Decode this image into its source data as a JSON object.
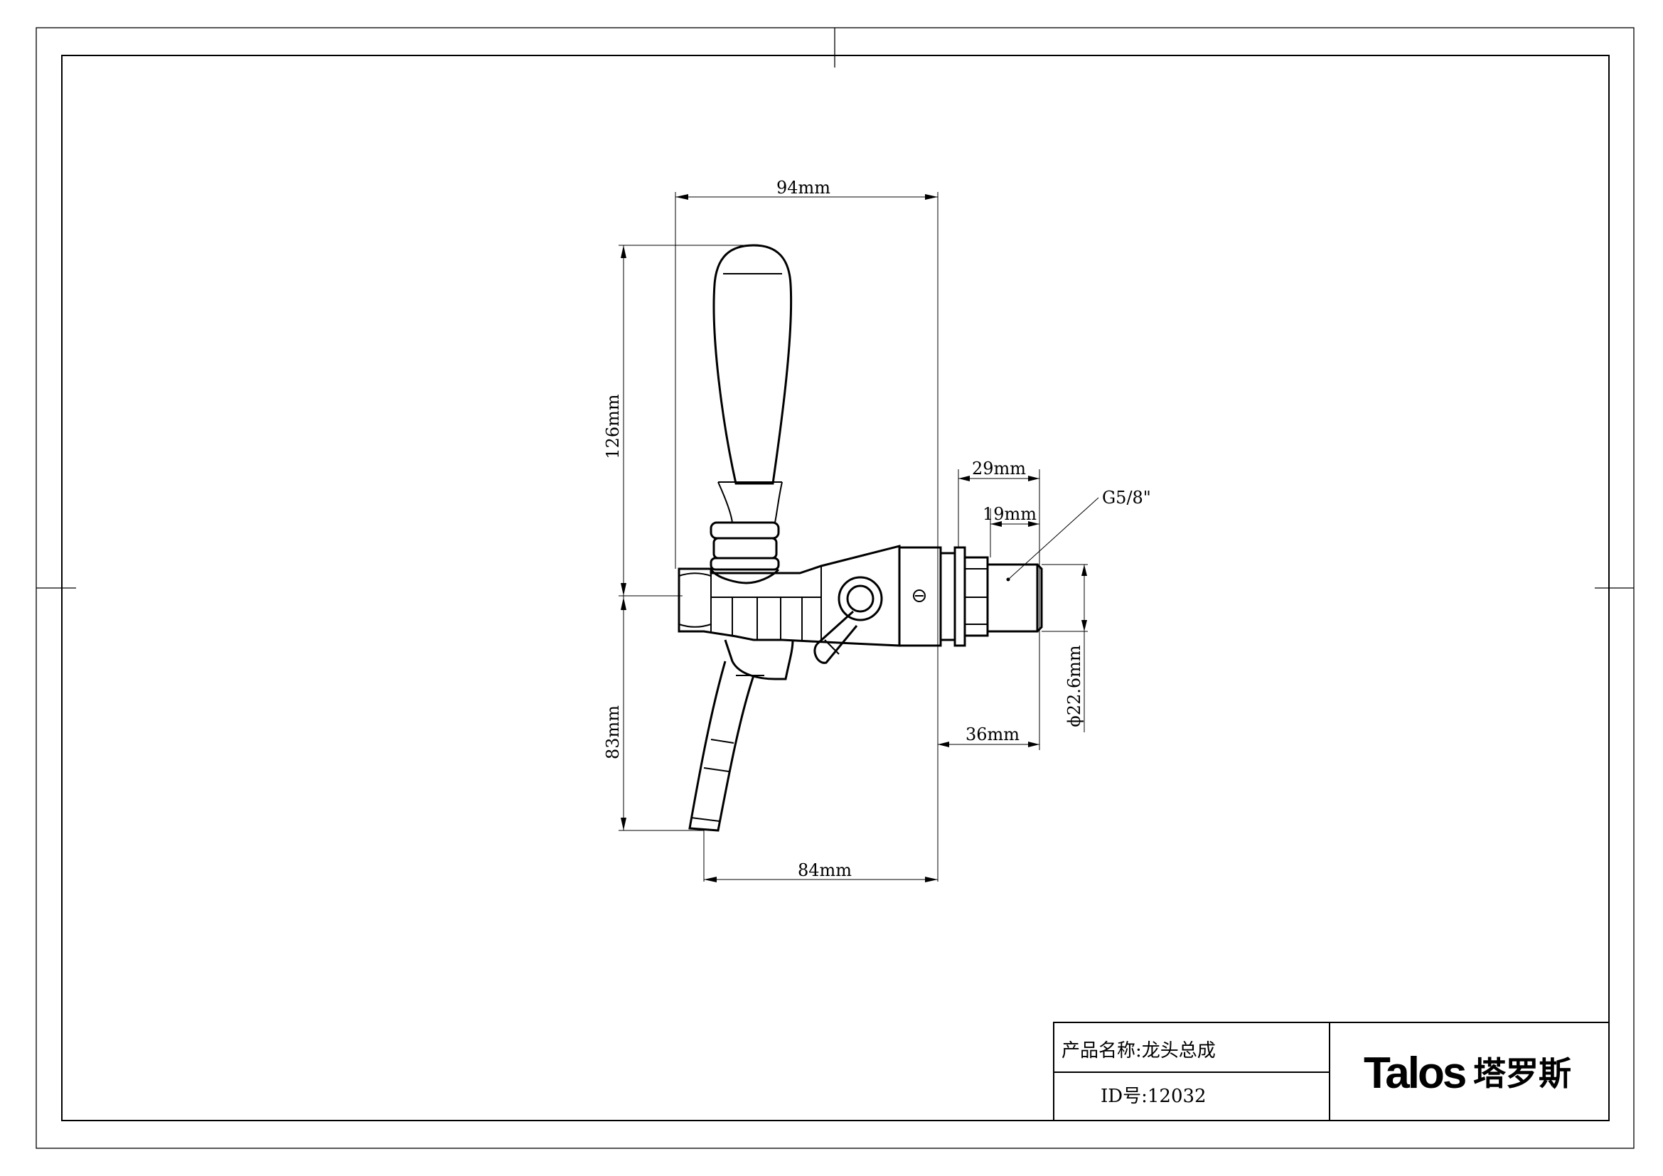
{
  "dimensions": {
    "overall_width": "94mm",
    "handle_height": "126mm",
    "spout_height": "83mm",
    "spout_reach": "84mm",
    "shank_length": "29mm",
    "thread_length": "19mm",
    "thread_spec": "G5/8\"",
    "shank_diameter": "ϕ22.6mm",
    "body_to_end": "36mm"
  },
  "title_block": {
    "product_name": "产品名称:龙头总成",
    "product_id": "ID号:12032"
  },
  "logo": {
    "latin": "Talos",
    "cjk": "塔罗斯"
  }
}
